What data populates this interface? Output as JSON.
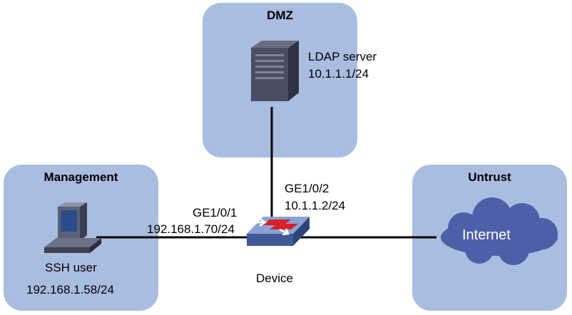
{
  "zones": {
    "dmz": {
      "title": "DMZ"
    },
    "management": {
      "title": "Management"
    },
    "untrust": {
      "title": "Untrust"
    }
  },
  "nodes": {
    "ldap_server": {
      "name": "LDAP server",
      "ip": "10.1.1.1/24",
      "icon": "server-icon"
    },
    "ssh_user": {
      "name": "SSH user",
      "ip": "192.168.1.58/24",
      "icon": "pc-icon"
    },
    "device": {
      "name": "Device",
      "icon": "firewall-icon"
    },
    "internet": {
      "name": "Internet",
      "icon": "cloud-icon"
    }
  },
  "interfaces": {
    "ge1_0_1": {
      "name": "GE1/0/1",
      "ip": "192.168.1.70/24"
    },
    "ge1_0_2": {
      "name": "GE1/0/2",
      "ip": "10.1.1.2/24"
    }
  },
  "colors": {
    "zone_fill": "#a9bde0",
    "cloud": "#4d5fa8",
    "device": "#5b79b8",
    "device_stripe": "#d8202a",
    "link": "#000000"
  }
}
